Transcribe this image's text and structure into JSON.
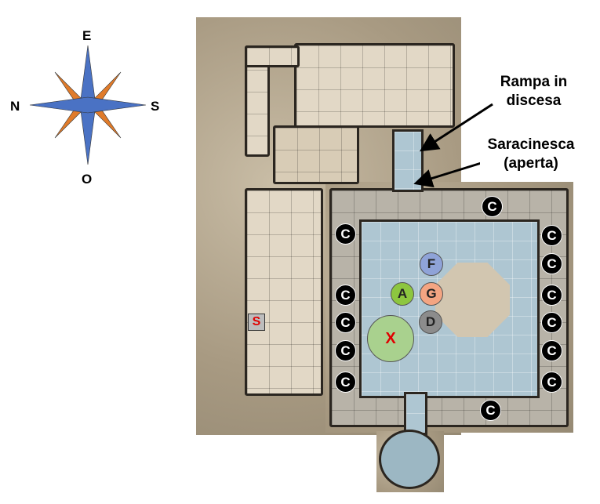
{
  "compass": {
    "top": "E",
    "bottom": "O",
    "left": "N",
    "right": "S"
  },
  "labels": {
    "ramp": "Rampa in discesa",
    "portcullis": "Saracinesca (aperta)"
  },
  "tokens": {
    "c": "C",
    "f": "F",
    "a": "A",
    "g": "G",
    "d": "D",
    "x": "X",
    "s": "S"
  },
  "colors": {
    "f": "#8fa3d8",
    "a": "#8dc63f",
    "g": "#f4a582",
    "d": "#8c8c8c",
    "x": "#a9d18e",
    "x_text": "#e00000",
    "s_text": "#e00000"
  }
}
